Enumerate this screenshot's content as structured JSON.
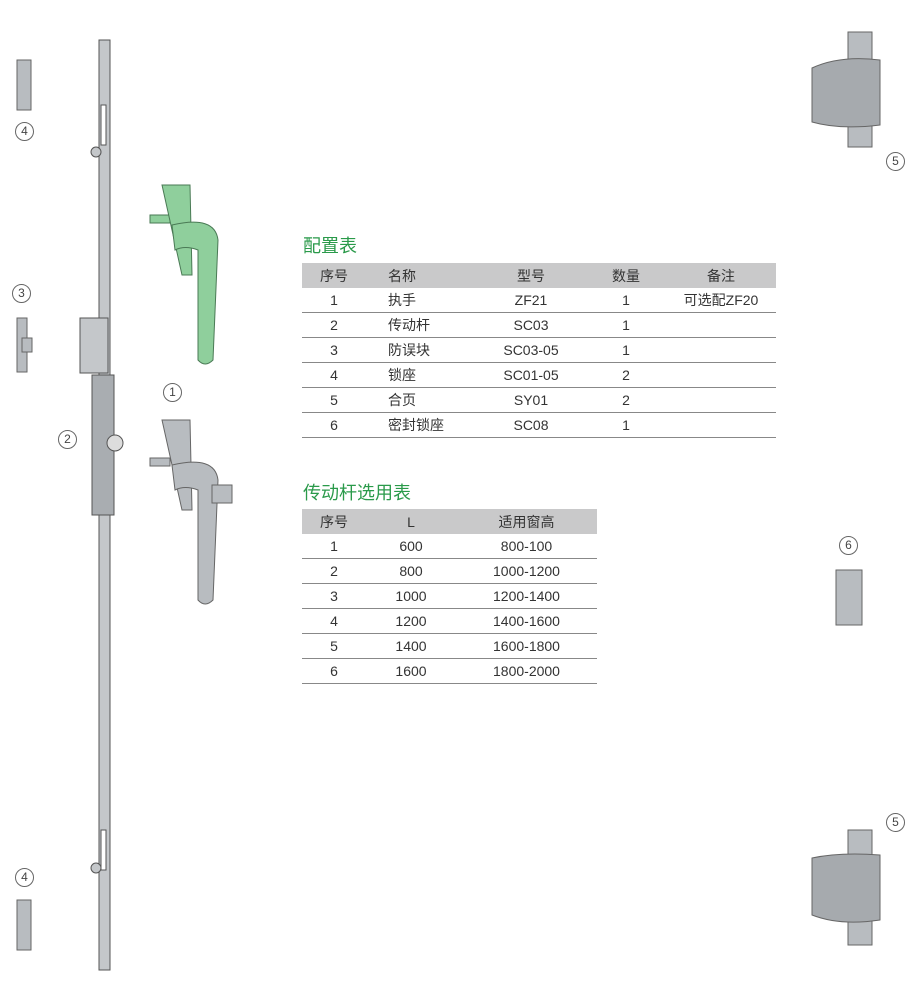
{
  "config_table": {
    "title": "配置表",
    "headers": [
      "序号",
      "名称",
      "型号",
      "数量",
      "备注"
    ],
    "rows": [
      [
        "1",
        "执手",
        "ZF21",
        "1",
        "可选配ZF20"
      ],
      [
        "2",
        "传动杆",
        "SC03",
        "1",
        ""
      ],
      [
        "3",
        "防误块",
        "SC03-05",
        "1",
        ""
      ],
      [
        "4",
        "锁座",
        "SC01-05",
        "2",
        ""
      ],
      [
        "5",
        "合页",
        "SY01",
        "2",
        ""
      ],
      [
        "6",
        "密封锁座",
        "SC08",
        "1",
        ""
      ]
    ]
  },
  "rod_table": {
    "title": "传动杆选用表",
    "headers": [
      "序号",
      "L",
      "适用窗高"
    ],
    "rows": [
      [
        "1",
        "600",
        "800-100"
      ],
      [
        "2",
        "800",
        "1000-1200"
      ],
      [
        "3",
        "1000",
        "1200-1400"
      ],
      [
        "4",
        "1200",
        "1400-1600"
      ],
      [
        "5",
        "1400",
        "1600-1800"
      ],
      [
        "6",
        "1600",
        "1800-2000"
      ]
    ]
  },
  "callouts": [
    "4",
    "3",
    "2",
    "1",
    "5",
    "6",
    "5",
    "4"
  ],
  "colors": {
    "accent": "#2a9a4a",
    "handle_green": "#8fcf9c",
    "metal": "#b8bcc0"
  }
}
